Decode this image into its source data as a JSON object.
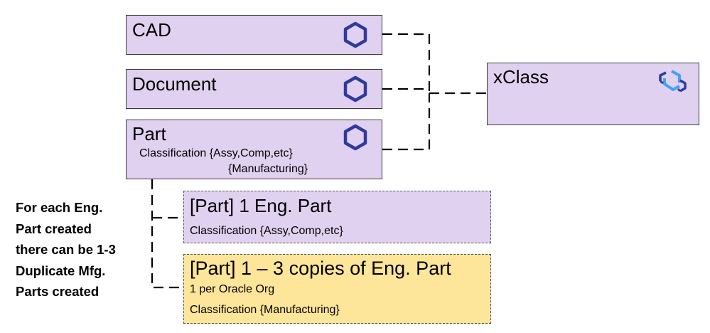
{
  "diagram": {
    "entities": {
      "cad": {
        "title": "CAD",
        "icon": "hexagon-icon"
      },
      "document": {
        "title": "Document",
        "icon": "hexagon-icon"
      },
      "part": {
        "title": "Part",
        "classification_line1": "Classification {Assy,Comp,etc}",
        "classification_line2": "{Manufacturing}",
        "icon": "hexagon-icon"
      },
      "xclass": {
        "title": "xClass",
        "icon": "linked-hexagons-icon"
      },
      "eng_part": {
        "title": "[Part]  1 Eng. Part",
        "classification": "Classification {Assy,Comp,etc}"
      },
      "mfg_part": {
        "title": "[Part]  1 – 3 copies of Eng. Part",
        "detail": "1 per Oracle Org",
        "classification": "Classification {Manufacturing}"
      }
    },
    "note": {
      "lines": [
        "For each Eng.",
        "Part created",
        "there can be 1-3",
        "Duplicate Mfg.",
        "Parts created"
      ]
    },
    "colors": {
      "entity_fill": "#e1d1f0",
      "mfg_fill": "#fde59a",
      "hex_icon": "#2e3a9e",
      "xclass_icon_dark": "#2e3a9e",
      "xclass_icon_light": "#3ea3f2"
    }
  }
}
